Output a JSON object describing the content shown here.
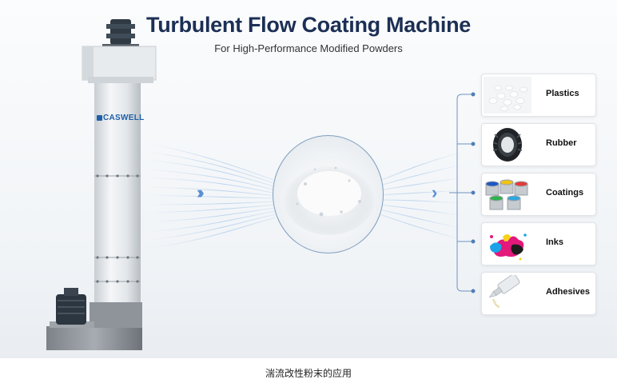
{
  "header": {
    "title": "Turbulent Flow Coating Machine",
    "subtitle": "For High-Performance Modified Powders"
  },
  "machine": {
    "brand": "CASWELL"
  },
  "applications": [
    {
      "label": "Plastics",
      "icon": "plastic-pellets-icon"
    },
    {
      "label": "Rubber",
      "icon": "tire-icon"
    },
    {
      "label": "Coatings",
      "icon": "paint-cans-icon"
    },
    {
      "label": "Inks",
      "icon": "ink-splash-icon"
    },
    {
      "label": "Adhesives",
      "icon": "glue-tube-icon"
    }
  ],
  "caption": "湍流改性粉末的应用",
  "colors": {
    "title": "#1c2f55",
    "accent": "#5b8fd0",
    "connector": "#6f93c0"
  }
}
